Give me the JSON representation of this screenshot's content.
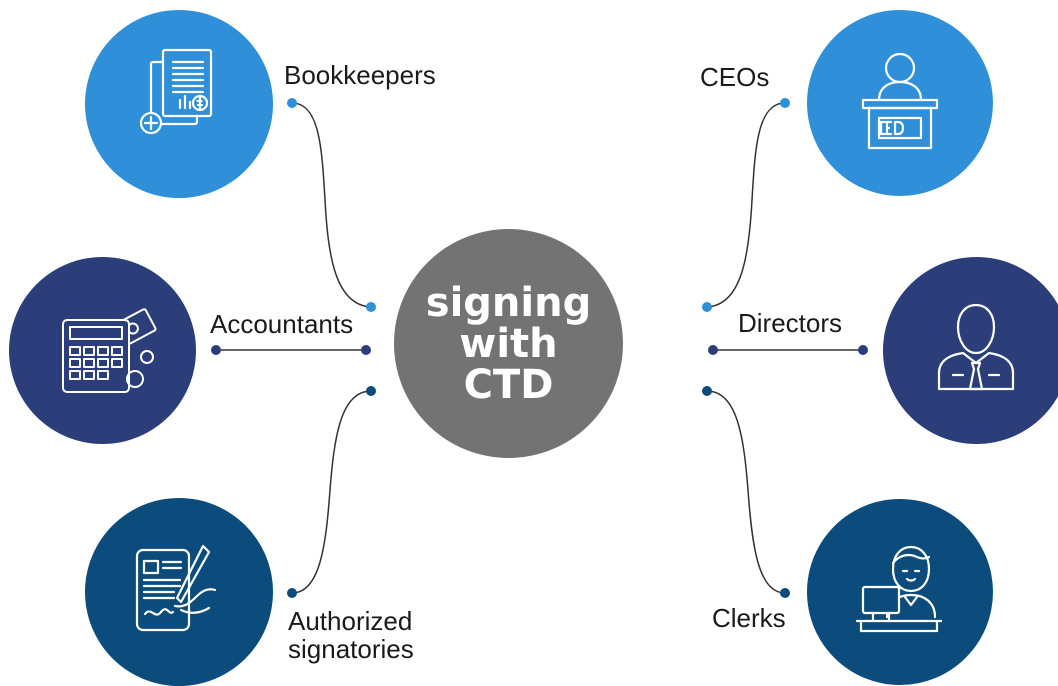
{
  "center": {
    "title": "signing\nwith\nCTD",
    "color": "#737373"
  },
  "colors": {
    "light_blue": "#2f8fd8",
    "navy": "#2c3e7a",
    "dark_teal": "#0b4c7c",
    "line": "#333333"
  },
  "roles": [
    {
      "key": "bookkeepers",
      "label": "Bookkeepers",
      "icon": "ledger-report-icon",
      "color": "#2f8fd8"
    },
    {
      "key": "accountants",
      "label": "Accountants",
      "icon": "calculator-money-icon",
      "color": "#2c3e7a"
    },
    {
      "key": "authorized",
      "label": "Authorized\nsignatories",
      "icon": "signing-document-icon",
      "color": "#0b4c7c"
    },
    {
      "key": "ceos",
      "label": "CEOs",
      "icon": "ceo-desk-icon",
      "color": "#2f8fd8"
    },
    {
      "key": "directors",
      "label": "Directors",
      "icon": "director-person-icon",
      "color": "#2c3e7a"
    },
    {
      "key": "clerks",
      "label": "Clerks",
      "icon": "clerk-computer-icon",
      "color": "#0b4c7c"
    }
  ]
}
